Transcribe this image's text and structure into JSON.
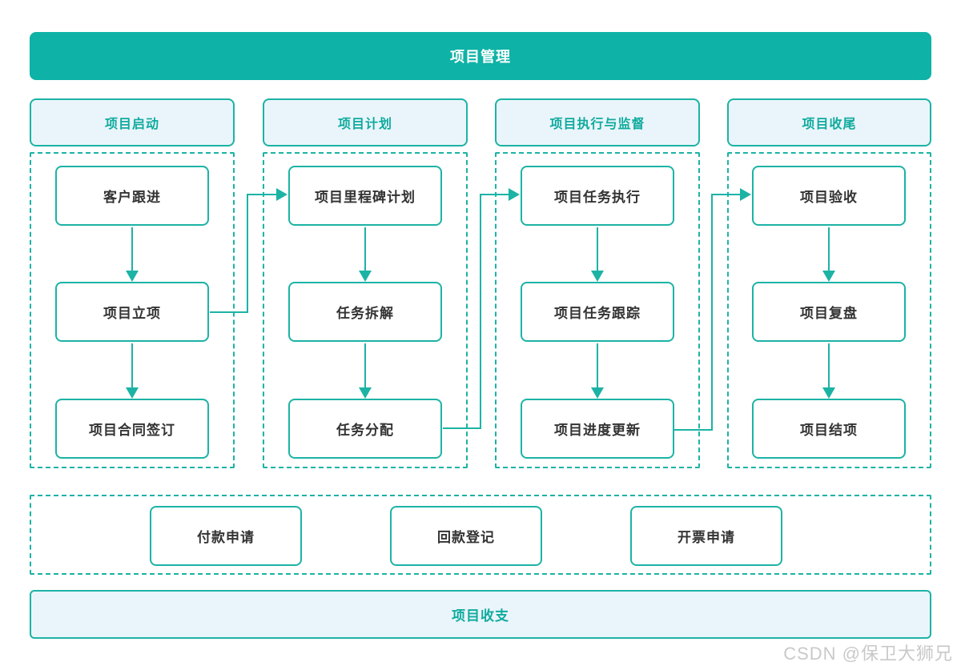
{
  "page": {
    "title_banner": "项目管理",
    "footer_banner": "项目收支",
    "watermark": "CSDN @保卫大狮兄"
  },
  "colors": {
    "banner_teal": "#0eb2a6",
    "line_teal": "#1cb3a5",
    "light_blue_fill": "#eaf5fb",
    "node_text": "#333333",
    "watermark_gray": "#c9c9c9"
  },
  "columns": [
    {
      "header": "项目启动",
      "steps": [
        "客户跟进",
        "项目立项",
        "项目合同签订"
      ]
    },
    {
      "header": "项目计划",
      "steps": [
        "项目里程碑计划",
        "任务拆解",
        "任务分配"
      ]
    },
    {
      "header": "项目执行与监督",
      "steps": [
        "项目任务执行",
        "项目任务跟踪",
        "项目进度更新"
      ]
    },
    {
      "header": "项目收尾",
      "steps": [
        "项目验收",
        "项目复盘",
        "项目结项"
      ]
    }
  ],
  "finance_row": [
    "付款申请",
    "回款登记",
    "开票申请"
  ]
}
